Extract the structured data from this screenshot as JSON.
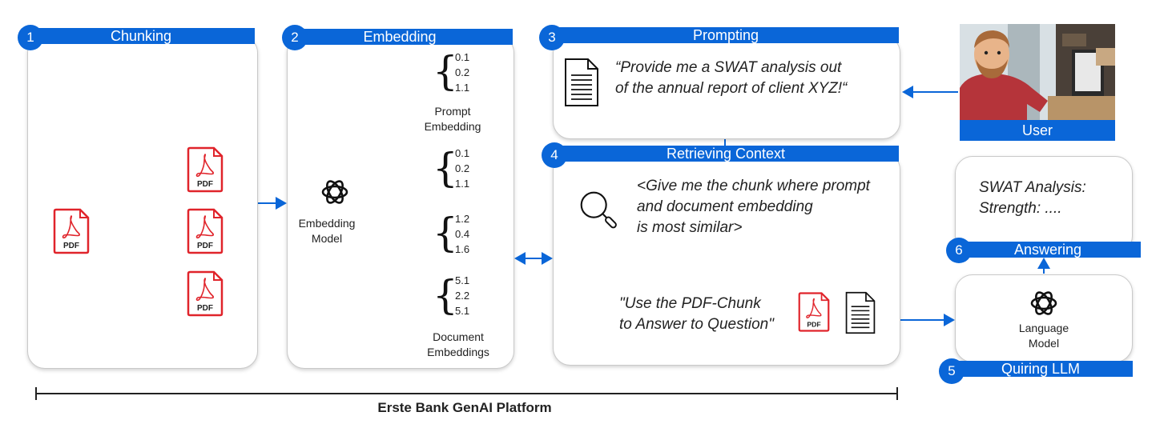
{
  "steps": [
    {
      "num": "1",
      "label": "Chunking"
    },
    {
      "num": "2",
      "label": "Embedding"
    },
    {
      "num": "3",
      "label": "Prompting"
    },
    {
      "num": "4",
      "label": "Retrieving Context"
    },
    {
      "num": "5",
      "label": "Quiring LLM"
    },
    {
      "num": "6",
      "label": "Answering"
    }
  ],
  "pdf_label": "PDF",
  "embedding": {
    "model_label_1": "Embedding",
    "model_label_2": "Model",
    "prompt_label_1": "Prompt",
    "prompt_label_2": "Embedding",
    "doc_label_1": "Document",
    "doc_label_2": "Embeddings",
    "vectors": [
      [
        "0.1",
        "0.2",
        "1.1"
      ],
      [
        "0.1",
        "0.2",
        "1.1"
      ],
      [
        "1.2",
        "0.4",
        "1.6"
      ],
      [
        "5.1",
        "2.2",
        "5.1"
      ]
    ]
  },
  "prompting": {
    "line1": "“Provide me a SWAT analysis out",
    "line2": "of the annual report of client XYZ!“"
  },
  "user_label": "User",
  "retrieving": {
    "query_line1": "<Give me the chunk where prompt",
    "query_line2": "and document embedding",
    "query_line3": "is most similar>",
    "instr_line1": "\"Use the PDF-Chunk",
    "instr_line2": "to Answer to Question\""
  },
  "answer": {
    "line1": "SWAT Analysis:",
    "line2": "Strength: ...."
  },
  "llm": {
    "label_1": "Language",
    "label_2": "Model"
  },
  "platform_label": "Erste Bank GenAI Platform",
  "colors": {
    "accent": "#0a66d8",
    "pdf_red": "#e0242b"
  }
}
